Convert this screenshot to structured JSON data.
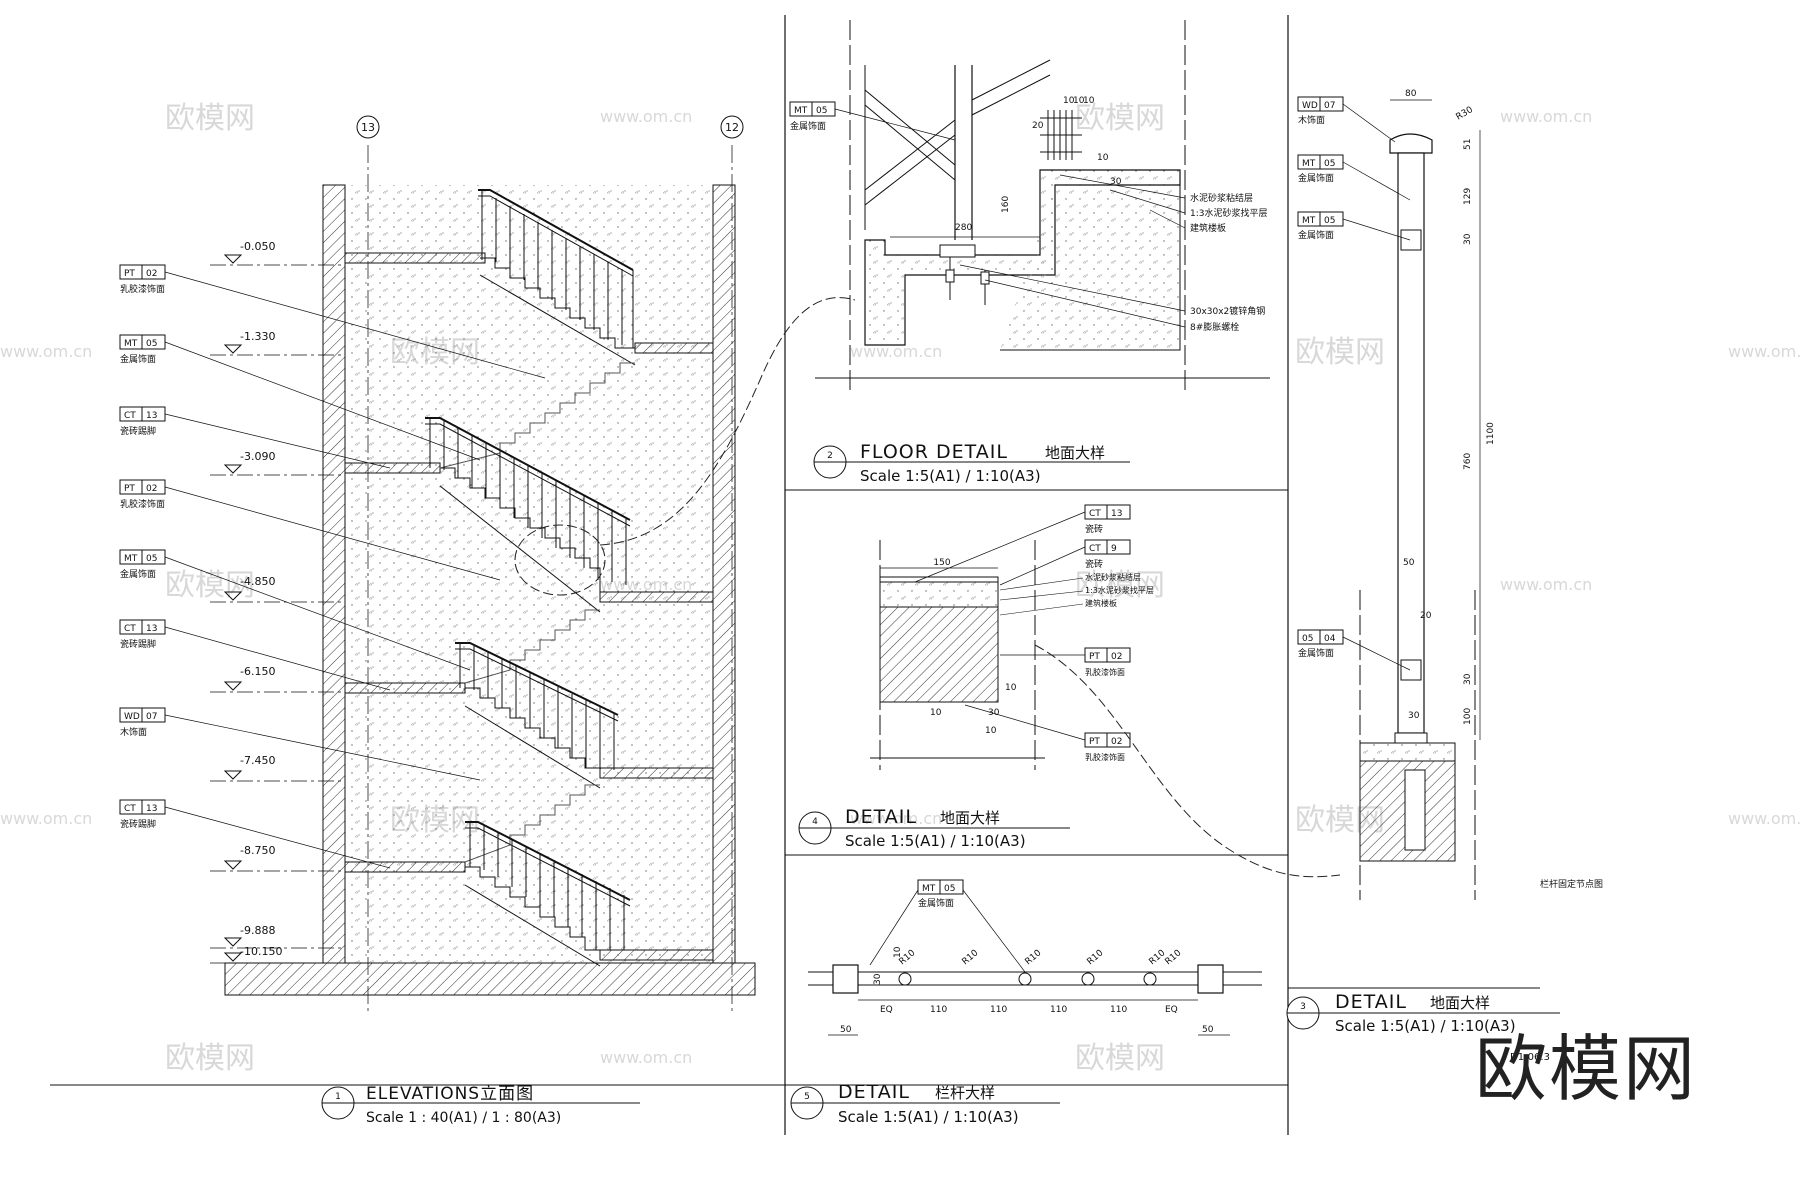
{
  "watermark": {
    "logo": "欧模网",
    "url": "www.om.cn"
  },
  "brand_logo": "欧模网",
  "grid_bubbles": [
    "13",
    "12"
  ],
  "elevations": [
    "-0.050",
    "-1.330",
    "-3.090",
    "-4.850",
    "-6.150",
    "-7.450",
    "-8.750",
    "-9.888",
    "-10.150"
  ],
  "tags_left": [
    {
      "code": "PT",
      "num": "02",
      "desc": "乳胶漆饰面"
    },
    {
      "code": "MT",
      "num": "05",
      "desc": "金属饰面"
    },
    {
      "code": "CT",
      "num": "13",
      "desc": "瓷砖踢脚"
    },
    {
      "code": "PT",
      "num": "02",
      "desc": "乳胶漆饰面"
    },
    {
      "code": "MT",
      "num": "05",
      "desc": "金属饰面"
    },
    {
      "code": "CT",
      "num": "13",
      "desc": "瓷砖踢脚"
    },
    {
      "code": "WD",
      "num": "07",
      "desc": "木饰面"
    },
    {
      "code": "CT",
      "num": "13",
      "desc": "瓷砖踢脚"
    }
  ],
  "title_1": {
    "num": "1",
    "name": "ELEVATIONS立面图",
    "scale": "Scale 1 : 40(A1) / 1 : 80(A3)"
  },
  "floor_detail": {
    "tag": {
      "code": "MT",
      "num": "05",
      "desc": "金属饰面"
    },
    "dims": [
      "10",
      "10",
      "10",
      "20",
      "10",
      "30",
      "160",
      "280"
    ],
    "notes": [
      "水泥砂浆粘结层",
      "1:3水泥砂浆找平层",
      "建筑楼板",
      "30x30x2镀锌角钢",
      "8#膨胀螺栓"
    ],
    "title": {
      "num": "2",
      "name": "FLOOR DETAIL",
      "cn": "地面大样",
      "scale": "Scale 1:5(A1) / 1:10(A3)"
    }
  },
  "detail_4": {
    "tags": [
      {
        "code": "CT",
        "num": "13",
        "desc": "瓷砖"
      },
      {
        "code": "CT",
        "num": "9",
        "desc": "瓷砖"
      },
      {
        "code": "PT",
        "num": "02",
        "desc": "乳胶漆饰面"
      },
      {
        "code": "PT",
        "num": "02",
        "desc": "乳胶漆饰面"
      }
    ],
    "notes": [
      "水泥砂浆粘结层",
      "1:3水泥砂浆找平层",
      "建筑楼板"
    ],
    "dims": [
      "150",
      "10",
      "10",
      "30",
      "10"
    ],
    "title": {
      "num": "4",
      "name": "DETAIL",
      "cn": "地面大样",
      "scale": "Scale 1:5(A1) / 1:10(A3)"
    }
  },
  "detail_5": {
    "tag": {
      "code": "MT",
      "num": "05",
      "desc": "金属饰面"
    },
    "radii": [
      "R10",
      "R10",
      "R10",
      "R10",
      "R10",
      "R10"
    ],
    "dims_v": [
      "10",
      "30"
    ],
    "dims_h": [
      "EQ",
      "110",
      "110",
      "110",
      "110",
      "EQ"
    ],
    "dims_side": [
      "50",
      "50"
    ],
    "title": {
      "num": "5",
      "name": "DETAIL",
      "cn": "栏杆大样",
      "scale": "Scale 1:5(A1) / 1:10(A3)"
    }
  },
  "detail_3": {
    "tags": [
      {
        "code": "WD",
        "num": "07",
        "desc": "木饰面"
      },
      {
        "code": "MT",
        "num": "05",
        "desc": "金属饰面"
      },
      {
        "code": "MT",
        "num": "05",
        "desc": "金属饰面"
      },
      {
        "code": "05",
        "num": "04",
        "desc": "金属饰面"
      }
    ],
    "dims": [
      "80",
      "R30",
      "51",
      "129",
      "30",
      "1100",
      "760",
      "50",
      "20",
      "30",
      "30",
      "100"
    ],
    "note": "栏杆固定节点图",
    "title": {
      "num": "3",
      "name": "DETAIL",
      "cn": "地面大样",
      "scale": "Scale 1:5(A1) / 1:10(A3)"
    },
    "sheet_no": "D1-06.3"
  }
}
